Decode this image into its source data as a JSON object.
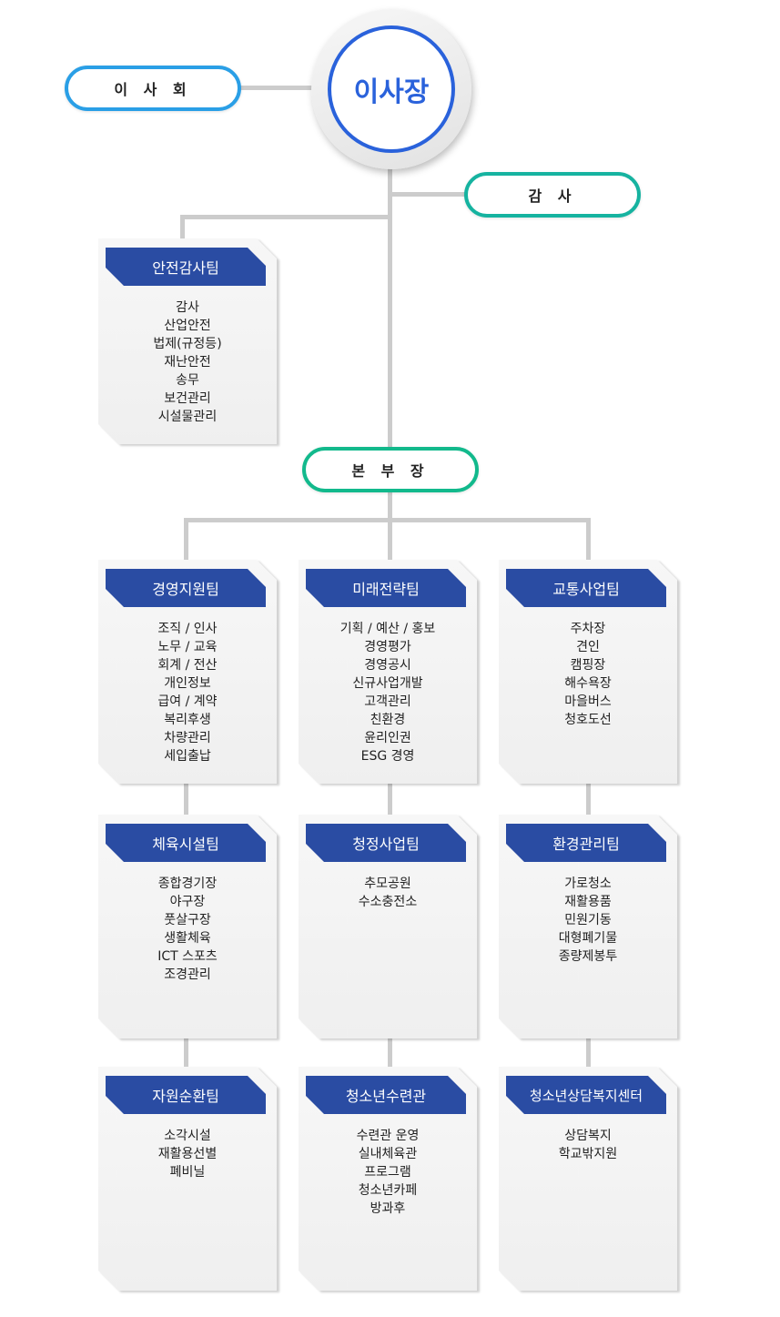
{
  "chairman": {
    "label": "이사장"
  },
  "board": {
    "label": "이 사 회"
  },
  "audit": {
    "label": "감 사"
  },
  "safety_team": {
    "title": "안전감사팀",
    "items": [
      "감사",
      "산업안전",
      "법제(규정등)",
      "재난안전",
      "송무",
      "보건관리",
      "시설물관리"
    ]
  },
  "director": {
    "label": "본 부 장"
  },
  "teams": [
    {
      "title": "경영지원팀",
      "items": [
        "조직 / 인사",
        "노무 / 교육",
        "회계 / 전산",
        "개인정보",
        "급여 / 계약",
        "복리후생",
        "차량관리",
        "세입출납"
      ]
    },
    {
      "title": "미래전략팀",
      "items": [
        "기획 / 예산 / 홍보",
        "경영평가",
        "경영공시",
        "신규사업개발",
        "고객관리",
        "친환경",
        "윤리인권",
        "ESG 경영"
      ]
    },
    {
      "title": "교통사업팀",
      "items": [
        "주차장",
        "견인",
        "캠핑장",
        "해수욕장",
        "마을버스",
        "청호도선"
      ]
    },
    {
      "title": "체육시설팀",
      "items": [
        "종합경기장",
        "야구장",
        "풋살구장",
        "생활체육",
        "ICT 스포츠",
        "조경관리"
      ]
    },
    {
      "title": "청정사업팀",
      "items": [
        "추모공원",
        "수소충전소"
      ]
    },
    {
      "title": "환경관리팀",
      "items": [
        "가로청소",
        "재활용품",
        "민원기동",
        "대형폐기물",
        "종량제봉투"
      ]
    },
    {
      "title": "자원순환팀",
      "items": [
        "소각시설",
        "재활용선별",
        "폐비닐"
      ]
    },
    {
      "title": "청소년수련관",
      "items": [
        "수련관 운영",
        "실내체육관",
        "프로그램",
        "청소년카페",
        "방과후"
      ]
    },
    {
      "title": "청소년상담복지센터",
      "items": [
        "상담복지",
        "학교밖지원"
      ]
    }
  ],
  "colors": {
    "chairman_ring": "#2a62db",
    "board_border": "#2a9fe6",
    "audit_border": "#16b3a0",
    "director_border": "#12b98c",
    "team_header": "#2a4ca3",
    "connector": "#cccccc"
  }
}
